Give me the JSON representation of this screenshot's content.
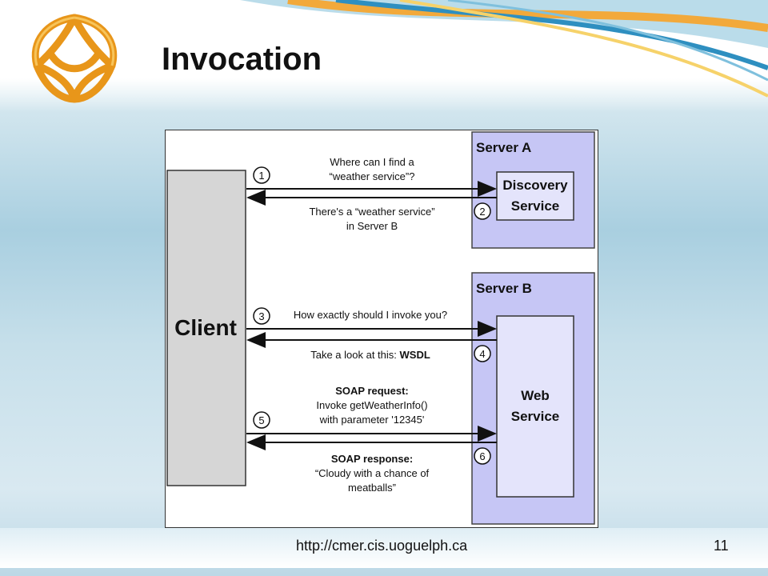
{
  "slide": {
    "title": "Invocation",
    "footer_url": "http://cmer.cis.uoguelph.ca",
    "page_number": "11"
  },
  "diagram": {
    "client_label": "Client",
    "server_a": {
      "label": "Server A",
      "service_line1": "Discovery",
      "service_line2": "Service"
    },
    "server_b": {
      "label": "Server B",
      "service_line1": "Web",
      "service_line2": "Service"
    },
    "messages": [
      {
        "step": "1",
        "lines": [
          "Where can I find a",
          "“weather service”?"
        ]
      },
      {
        "step": "2",
        "lines": [
          "There's a “weather service”",
          "in Server B"
        ]
      },
      {
        "step": "3",
        "lines": [
          "How exactly should I invoke you?"
        ]
      },
      {
        "step": "4",
        "lines": [
          "Take a look at this: "
        ],
        "emphasis": "WSDL"
      },
      {
        "step": "5",
        "heading": "SOAP request:",
        "lines": [
          "Invoke getWeatherInfo()",
          "with parameter '12345'"
        ]
      },
      {
        "step": "6",
        "heading": "SOAP response:",
        "lines": [
          "“Cloudy with a chance of",
          "meatballs”"
        ]
      }
    ]
  },
  "colors": {
    "server_fill": "#c6c6f5",
    "service_fill": "#e4e4fb",
    "client_fill": "#d6d6d6",
    "logo_orange": "#f0a020"
  }
}
